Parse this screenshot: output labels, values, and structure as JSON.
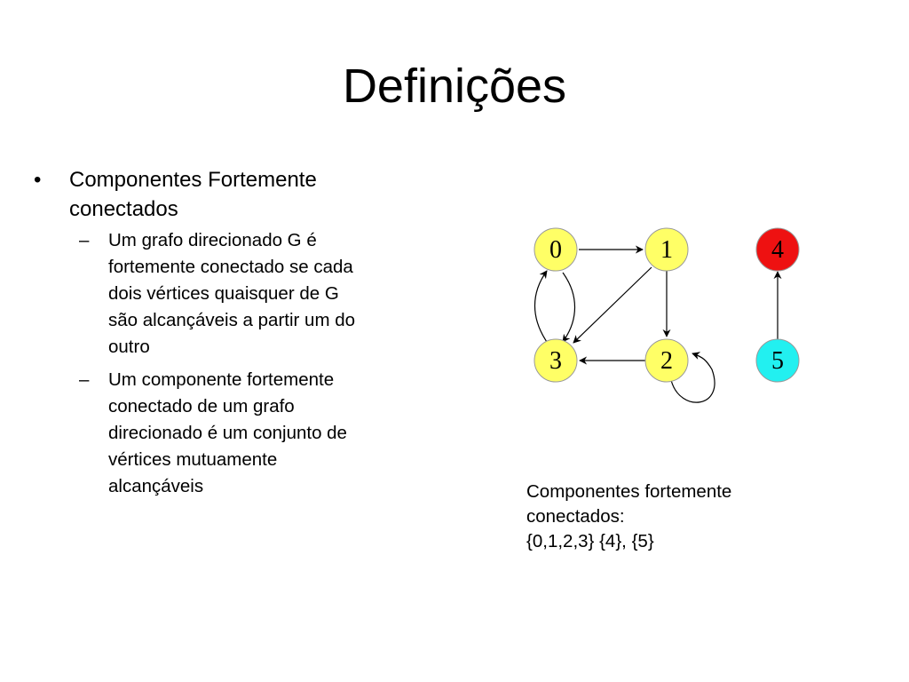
{
  "slide": {
    "title": "Definições",
    "bullet": {
      "text_lines": [
        "Componentes Fortemente",
        "conectados"
      ],
      "sub_bullets": [
        [
          "Um grafo direcionado G é",
          "fortemente conectado se cada",
          "dois vértices quaisquer de G",
          "são alcançáveis a partir um do",
          "outro"
        ],
        [
          "Um componente fortemente",
          "conectado de um grafo",
          "direcionado é um conjunto de",
          "vértices mutuamente",
          "alcançáveis"
        ]
      ]
    },
    "caption": {
      "lines": [
        "Componentes fortemente",
        "conectados:",
        "{0,1,2,3} {4}, {5}"
      ]
    }
  },
  "graph": {
    "nodes": [
      {
        "id": "0",
        "label": "0",
        "color": "#ffff66"
      },
      {
        "id": "1",
        "label": "1",
        "color": "#ffff66"
      },
      {
        "id": "2",
        "label": "2",
        "color": "#ffff66"
      },
      {
        "id": "3",
        "label": "3",
        "color": "#ffff66"
      },
      {
        "id": "4",
        "label": "4",
        "color": "#ee1111"
      },
      {
        "id": "5",
        "label": "5",
        "color": "#22f0f0"
      }
    ],
    "edges": [
      {
        "from": "0",
        "to": "1"
      },
      {
        "from": "1",
        "to": "2"
      },
      {
        "from": "1",
        "to": "3"
      },
      {
        "from": "2",
        "to": "3"
      },
      {
        "from": "3",
        "to": "0"
      },
      {
        "from": "0",
        "to": "3"
      },
      {
        "from": "2",
        "to": "2"
      },
      {
        "from": "5",
        "to": "4"
      }
    ]
  }
}
